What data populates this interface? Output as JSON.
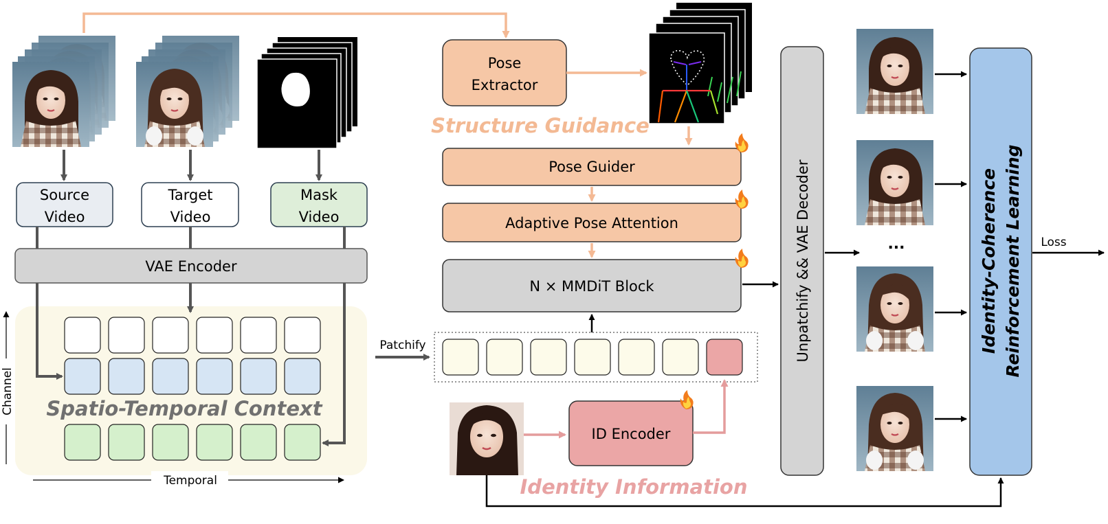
{
  "inputs": {
    "source_label_1": "Source",
    "source_label_2": "Video",
    "target_label_1": "Target",
    "target_label_2": "Video",
    "mask_label_1": "Mask",
    "mask_label_2": "Video"
  },
  "encoder": {
    "vae_encoder": "VAE Encoder",
    "context_label": "Spatio-Temporal Context",
    "axis_channel": "Channel",
    "axis_temporal": "Temporal"
  },
  "pose": {
    "extractor_1": "Pose",
    "extractor_2": "Extractor",
    "structure_guidance": "Structure Guidance",
    "pose_guider": "Pose Guider",
    "adaptive_attention": "Adaptive Pose Attention",
    "mmdit_block": "N × MMDiT Block"
  },
  "tokens": {
    "patchify": "Patchify",
    "count": 7
  },
  "identity": {
    "id_encoder": "ID Encoder",
    "identity_information": "Identity Information"
  },
  "decoder": {
    "label": "Unpatchify && VAE Decoder"
  },
  "outputs": {
    "ellipsis": "...",
    "rl_line_1": "Identity-Coherence",
    "rl_line_2": "Reinforcement Learning",
    "loss": "Loss"
  },
  "colors": {
    "source_box": "#e9edf2",
    "mask_box": "#deeed9",
    "gray_box": "#d4d4d4",
    "salmon_box": "#f6c7a6",
    "pink_box": "#eba6a6",
    "cream_panel": "#fbf8e8",
    "blue_cell": "#d6e5f4",
    "green_cell": "#d5f0cc",
    "token_cell": "#fdfbea",
    "rl_blue": "#a4c6ea",
    "orange_arrow": "#f4b994",
    "pink_arrow": "#e49c9c",
    "dark_arrow": "#555555",
    "guidance_text": "#f3b993",
    "identity_text": "#e8a3a3",
    "context_text": "#707070"
  }
}
